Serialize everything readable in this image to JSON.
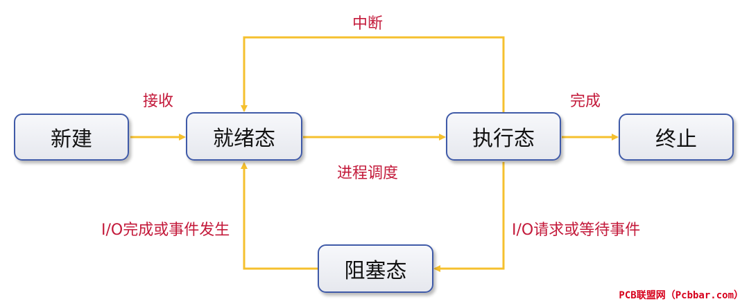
{
  "colors": {
    "arrow": "#f5c02e",
    "label": "#c3193a",
    "node_border": "#3f5aa8",
    "watermark": "#d6001c"
  },
  "nodes": {
    "new": "新建",
    "ready": "就绪态",
    "running": "执行态",
    "terminated": "终止",
    "blocked": "阻塞态"
  },
  "edges": {
    "admit": "接收",
    "interrupt": "中断",
    "dispatch": "进程调度",
    "exit": "完成",
    "io_wait": "I/O请求或等待事件",
    "io_done": "I/O完成或事件发生"
  },
  "watermark": "PCB联盟网（Pcbbar.com）"
}
